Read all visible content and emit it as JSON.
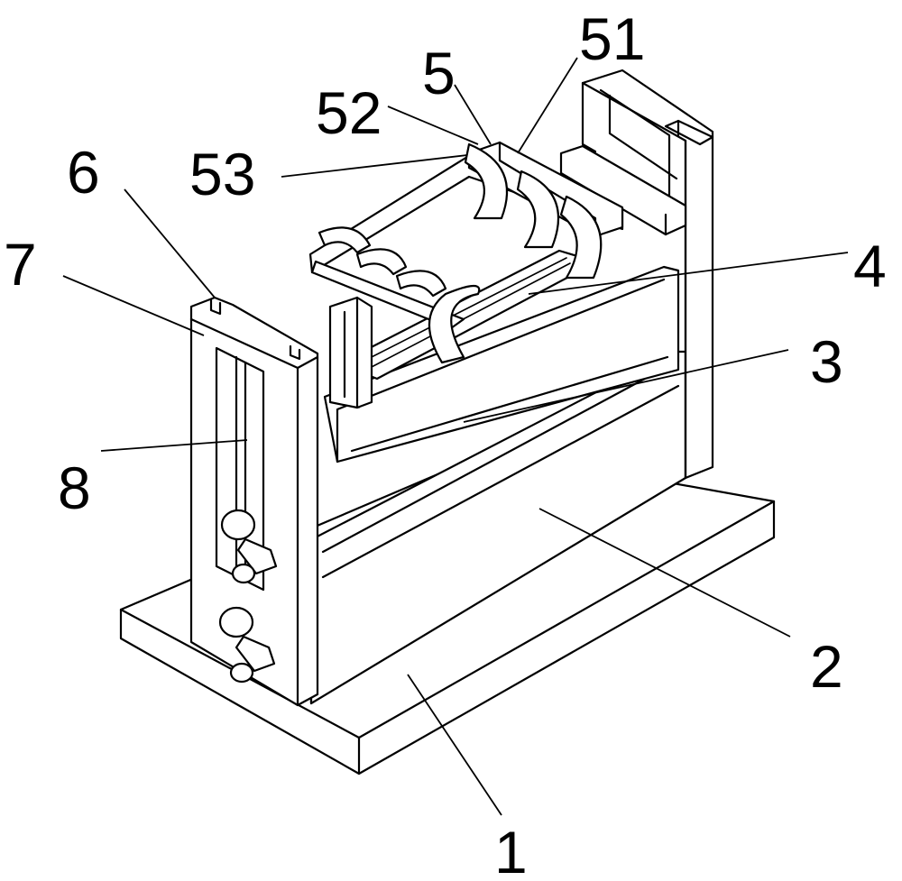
{
  "labels": {
    "l1": "1",
    "l2": "2",
    "l3": "3",
    "l4": "4",
    "l5": "5",
    "l51": "51",
    "l52": "52",
    "l53": "53",
    "l6": "6",
    "l7": "7",
    "l8": "8"
  }
}
